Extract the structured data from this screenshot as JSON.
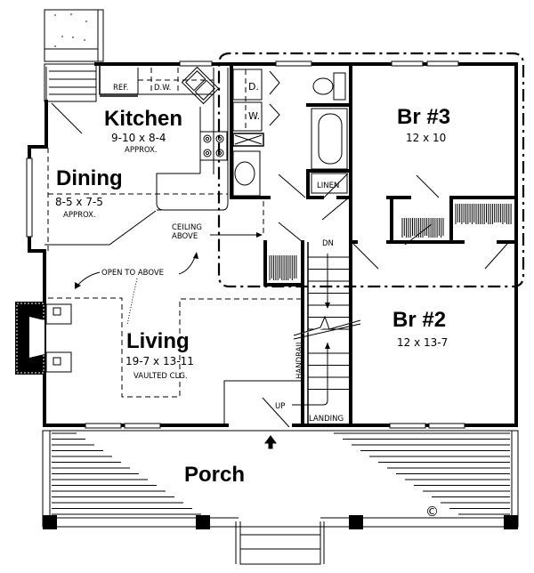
{
  "plan": {
    "title": "Floor Plan",
    "rooms": [
      {
        "id": "kitchen",
        "name": "Kitchen",
        "dimensions": "9-10 x 8-4",
        "note": "APPROX."
      },
      {
        "id": "dining",
        "name": "Dining",
        "dimensions": "8-5 x 7-5",
        "note": "APPROX."
      },
      {
        "id": "living",
        "name": "Living",
        "dimensions": "19-7 x 13-11",
        "note": "VAULTED CLG."
      },
      {
        "id": "br3",
        "name": "Br #3",
        "dimensions": "12 x 10"
      },
      {
        "id": "br2",
        "name": "Br #2",
        "dimensions": "12 x 13-7"
      },
      {
        "id": "porch",
        "name": "Porch"
      }
    ],
    "fixtures": {
      "refrigerator": "REF.",
      "dishwasher": "D.W.",
      "dryer": "D.",
      "washer": "W.",
      "linen": "LINEN"
    },
    "annotations": {
      "ceiling_above": [
        "CEILING",
        "ABOVE"
      ],
      "open_to_above": "OPEN TO ABOVE",
      "stair_down": "DN",
      "stair_up": "UP",
      "handrail": "HANDRAIL",
      "landing": "LANDING",
      "copyright": "©"
    }
  }
}
